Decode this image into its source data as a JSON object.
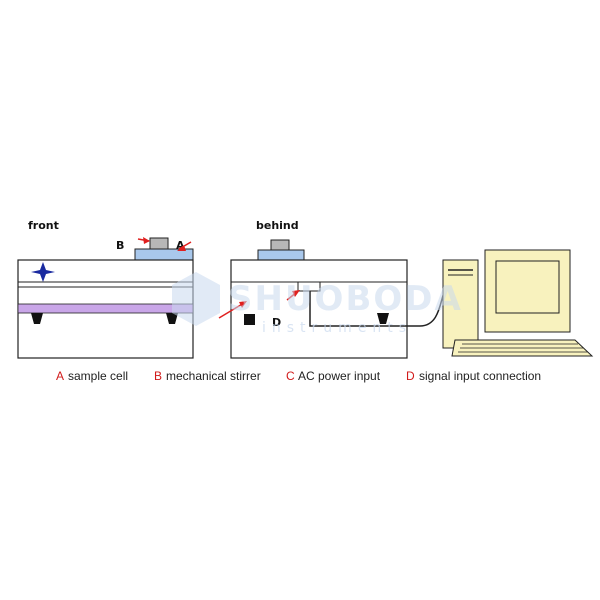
{
  "views": {
    "front_label": "front",
    "behind_label": "behind"
  },
  "callouts": {
    "front_b": "B",
    "front_a": "A",
    "behind_d": "D"
  },
  "legend": [
    {
      "letter": "A",
      "text": "sample cell"
    },
    {
      "letter": "B",
      "text": "mechanical stirrer"
    },
    {
      "letter": "C",
      "text": "AC power input"
    },
    {
      "letter": "D",
      "text": "signal input connection"
    }
  ],
  "watermark": {
    "brand": "SHUOBODA",
    "sub": "instruments"
  },
  "colors": {
    "legend_letter": "#d11a1a",
    "arrow": "#e0201f",
    "lid_blue": "#a9c8ec",
    "purple_band": "#c9a6e8",
    "monitor_beige": "#f8f2be",
    "star": "#1a2aa0"
  }
}
